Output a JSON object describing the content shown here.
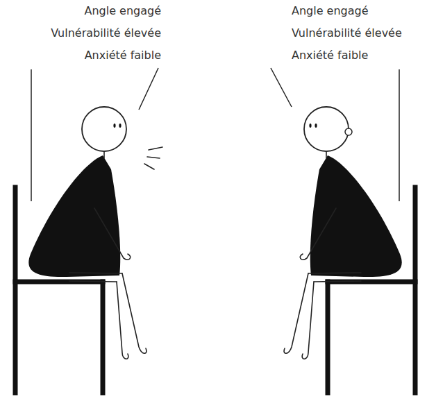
{
  "diagram": {
    "labels": [
      "Angle engagé",
      "Vulnérabilité élevée",
      "Anxiété faible",
      "Angle engagé",
      "Vulnérabilité élevée",
      "Anxiété faible"
    ]
  }
}
